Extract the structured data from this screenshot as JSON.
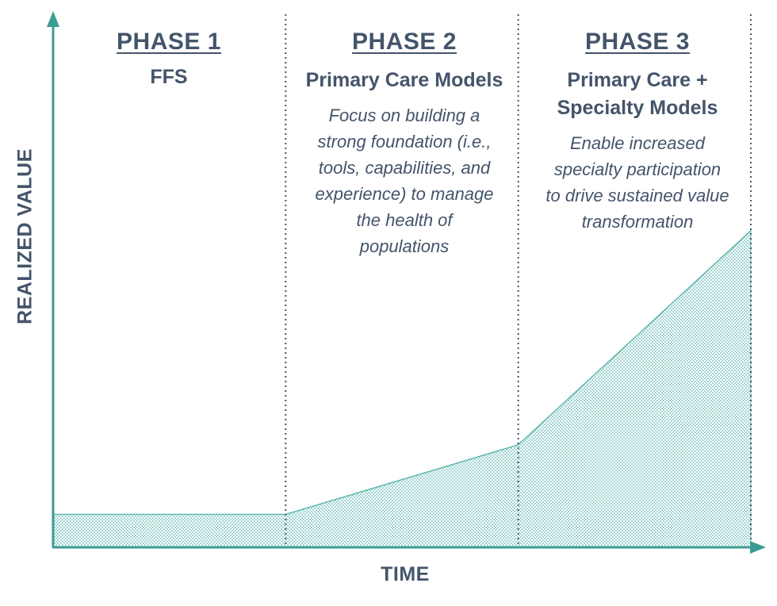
{
  "diagram": {
    "y_axis_label": "REALIZED VALUE",
    "x_axis_label": "TIME",
    "colors": {
      "axis": "#3a9c93",
      "fill_dot": "#5fb8b0",
      "divider": "#44546a",
      "text": "#44546a"
    },
    "phases": [
      {
        "title": "PHASE 1",
        "subtitle": [
          "FFS"
        ],
        "description": []
      },
      {
        "title": "PHASE 2",
        "subtitle": [
          "Primary Care Models"
        ],
        "description": [
          "Focus on building a",
          "strong foundation (i.e.,",
          "tools, capabilities, and",
          "experience) to manage",
          "the health of",
          "populations"
        ]
      },
      {
        "title": "PHASE 3",
        "subtitle": [
          "Primary Care +",
          "Specialty Models"
        ],
        "description": [
          "Enable increased",
          "specialty participation",
          "to drive sustained value",
          "transformation"
        ]
      }
    ],
    "value_curve": [
      {
        "t": 0.0,
        "v": 0.06
      },
      {
        "t": 1.0,
        "v": 0.06
      },
      {
        "t": 2.0,
        "v": 0.19
      },
      {
        "t": 3.0,
        "v": 0.59
      }
    ]
  }
}
